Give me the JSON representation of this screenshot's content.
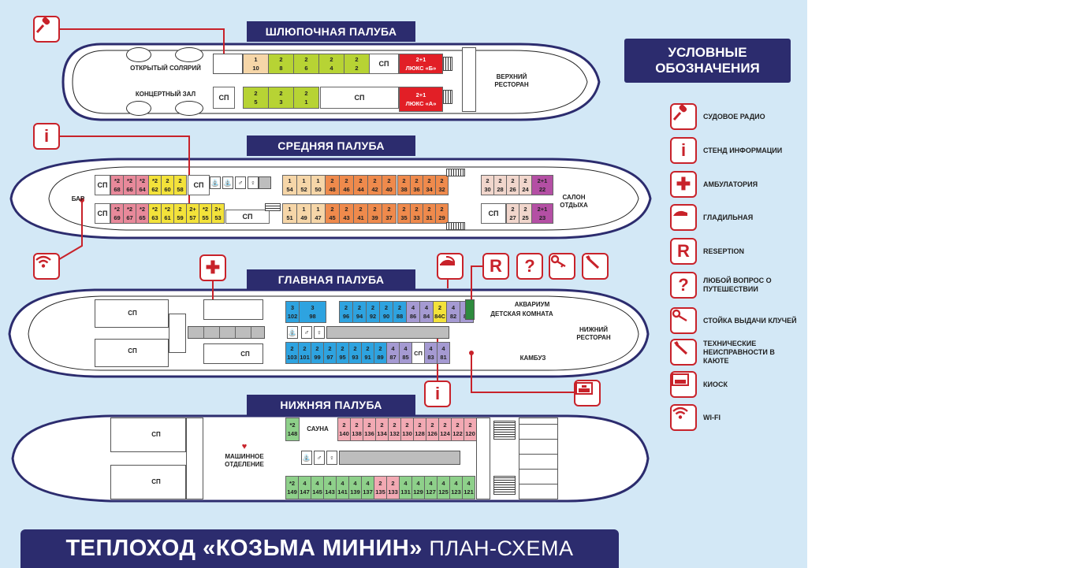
{
  "colors": {
    "navy": "#2c2c6e",
    "red": "#e21f26",
    "bg": "#d3e8f6"
  },
  "legend": {
    "title_line1": "УСЛОВНЫЕ",
    "title_line2": "ОБОЗНАЧЕНИЯ",
    "items": [
      {
        "icon": "microphone-icon",
        "text": "СУДОВОЕ РАДИО"
      },
      {
        "icon": "info-icon",
        "text": "СТЕНД ИНФОРМАЦИИ"
      },
      {
        "icon": "red-cross-icon",
        "text": "АМБУЛАТОРИЯ"
      },
      {
        "icon": "iron-icon",
        "text": "ГЛАДИЛЬНАЯ"
      },
      {
        "icon": "r-letter-icon",
        "text": "RESEPTION"
      },
      {
        "icon": "question-icon",
        "text": "ЛЮБОЙ ВОПРОС О ПУТЕШЕСТВИИ"
      },
      {
        "icon": "key-icon",
        "text": "СТОЙКА ВЫДАЧИ КЛУЧЕЙ"
      },
      {
        "icon": "wrench-icon",
        "text": "ТЕХНИЧЕСКИЕ НЕИСПРАВНОСТИ В КАЮТЕ"
      },
      {
        "icon": "kiosk-icon",
        "text": "КИОСК"
      },
      {
        "icon": "wifi-icon",
        "text": "WI-FI"
      }
    ]
  },
  "banner": {
    "bold": "ТЕПЛОХОД «КОЗЬМА МИНИН»",
    "rest": "ПЛАН-СХЕМА"
  },
  "decks": {
    "boat": {
      "title": "ШЛЮПОЧНАЯ ПАЛУБА",
      "solarium": "ОТКРЫТЫЙ СОЛЯРИЙ",
      "concert": "КОНЦЕРТНЫЙ ЗАЛ",
      "restaurant": "ВЕРХНИЙ РЕСТОРАН",
      "sp": "СП",
      "top_cabins": [
        {
          "cap": "1",
          "num": "10"
        },
        {
          "cap": "2",
          "num": "8"
        },
        {
          "cap": "2",
          "num": "6"
        },
        {
          "cap": "2",
          "num": "4"
        },
        {
          "cap": "2",
          "num": "2"
        }
      ],
      "bottom_cabins": [
        {
          "cap": "2",
          "num": "5"
        },
        {
          "cap": "2",
          "num": "3"
        },
        {
          "cap": "2",
          "num": "1"
        }
      ],
      "lux_b": {
        "cap": "2+1",
        "name": "ЛЮКС «Б»"
      },
      "lux_a": {
        "cap": "2+1",
        "name": "ЛЮКС «А»"
      }
    },
    "middle": {
      "title": "СРЕДНЯЯ ПАЛУБА",
      "bar": "БАР",
      "salon": "САЛОН ОТДЫХА",
      "sp": "СП",
      "top_left": [
        {
          "cap": "*2",
          "num": "68"
        },
        {
          "cap": "*2",
          "num": "66"
        },
        {
          "cap": "*2",
          "num": "64"
        },
        {
          "cap": "*2",
          "num": "62"
        },
        {
          "cap": "2",
          "num": "60"
        },
        {
          "cap": "2",
          "num": "58"
        }
      ],
      "bottom_left": [
        {
          "cap": "*2",
          "num": "69"
        },
        {
          "cap": "*2",
          "num": "67"
        },
        {
          "cap": "*2",
          "num": "65"
        },
        {
          "cap": "*2",
          "num": "63"
        },
        {
          "cap": "*2",
          "num": "61"
        },
        {
          "cap": "2",
          "num": "59"
        },
        {
          "cap": "2+",
          "num": "57"
        },
        {
          "cap": "*2",
          "num": "55"
        },
        {
          "cap": "2+",
          "num": "53"
        }
      ],
      "top_center": [
        {
          "cap": "1",
          "num": "54"
        },
        {
          "cap": "1",
          "num": "52"
        },
        {
          "cap": "1",
          "num": "50"
        },
        {
          "cap": "2",
          "num": "48"
        },
        {
          "cap": "2",
          "num": "46"
        },
        {
          "cap": "2",
          "num": "44"
        },
        {
          "cap": "2",
          "num": "42"
        },
        {
          "cap": "2",
          "num": "40"
        }
      ],
      "bottom_center": [
        {
          "cap": "1",
          "num": "51"
        },
        {
          "cap": "1",
          "num": "49"
        },
        {
          "cap": "1",
          "num": "47"
        },
        {
          "cap": "2",
          "num": "45"
        },
        {
          "cap": "2",
          "num": "43"
        },
        {
          "cap": "2",
          "num": "41"
        },
        {
          "cap": "2",
          "num": "39"
        },
        {
          "cap": "2",
          "num": "37"
        }
      ],
      "top_right": [
        {
          "cap": "2",
          "num": "38"
        },
        {
          "cap": "2",
          "num": "36"
        },
        {
          "cap": "2",
          "num": "34"
        },
        {
          "cap": "2",
          "num": "32"
        }
      ],
      "bottom_right": [
        {
          "cap": "2",
          "num": "35"
        },
        {
          "cap": "2",
          "num": "33"
        },
        {
          "cap": "2",
          "num": "31"
        },
        {
          "cap": "2",
          "num": "29"
        }
      ],
      "top_far": [
        {
          "cap": "2",
          "num": "30"
        },
        {
          "cap": "2",
          "num": "28"
        },
        {
          "cap": "2",
          "num": "26"
        },
        {
          "cap": "2",
          "num": "24"
        },
        {
          "cap": "2+1",
          "num": "22"
        }
      ],
      "bottom_far": [
        {
          "cap": "2",
          "num": "27"
        },
        {
          "cap": "2",
          "num": "25"
        },
        {
          "cap": "2+1",
          "num": "23"
        }
      ]
    },
    "main": {
      "title": "ГЛАВНАЯ ПАЛУБА",
      "sp": "СП",
      "aquarium": "АКВАРИУМ",
      "kids": "ДЕТСКАЯ КОМНАТА",
      "restaurant": "НИЖНИЙ РЕСТОРАН",
      "galley": "КАМБУЗ",
      "top_cabins": [
        {
          "cap": "3",
          "num": "102"
        },
        {
          "cap": "3",
          "num": "98"
        },
        {
          "cap": "2",
          "num": "96"
        },
        {
          "cap": "2",
          "num": "94"
        },
        {
          "cap": "2",
          "num": "92"
        },
        {
          "cap": "2",
          "num": "90"
        },
        {
          "cap": "2",
          "num": "88"
        },
        {
          "cap": "4",
          "num": "86"
        },
        {
          "cap": "4",
          "num": "84"
        },
        {
          "cap": "2",
          "num": "84С"
        },
        {
          "cap": "4",
          "num": "82"
        },
        {
          "cap": "4",
          "num": "80"
        }
      ],
      "bottom_cabins": [
        {
          "cap": "2",
          "num": "103"
        },
        {
          "cap": "2",
          "num": "101"
        },
        {
          "cap": "2",
          "num": "99"
        },
        {
          "cap": "2",
          "num": "97"
        },
        {
          "cap": "2",
          "num": "95"
        },
        {
          "cap": "2",
          "num": "93"
        },
        {
          "cap": "2",
          "num": "91"
        },
        {
          "cap": "2",
          "num": "89"
        },
        {
          "cap": "4",
          "num": "87"
        },
        {
          "cap": "4",
          "num": "85"
        },
        {
          "cap": "СП",
          "num": ""
        },
        {
          "cap": "4",
          "num": "83"
        },
        {
          "cap": "4",
          "num": "81"
        }
      ]
    },
    "lower": {
      "title": "НИЖНЯЯ ПАЛУБА",
      "sp": "СП",
      "engine": "МАШИННОЕ ОТДЕЛЕНИЕ",
      "sauna": "САУНА",
      "top_cabins": [
        {
          "cap": "*2",
          "num": "148"
        },
        {
          "cap": "2",
          "num": "140"
        },
        {
          "cap": "2",
          "num": "138"
        },
        {
          "cap": "2",
          "num": "136"
        },
        {
          "cap": "2",
          "num": "134"
        },
        {
          "cap": "2",
          "num": "132"
        },
        {
          "cap": "2",
          "num": "130"
        },
        {
          "cap": "2",
          "num": "128"
        },
        {
          "cap": "2",
          "num": "126"
        },
        {
          "cap": "2",
          "num": "124"
        },
        {
          "cap": "2",
          "num": "122"
        },
        {
          "cap": "2",
          "num": "120"
        }
      ],
      "bottom_cabins": [
        {
          "cap": "*2",
          "num": "149"
        },
        {
          "cap": "4",
          "num": "147"
        },
        {
          "cap": "4",
          "num": "145"
        },
        {
          "cap": "4",
          "num": "143"
        },
        {
          "cap": "4",
          "num": "141"
        },
        {
          "cap": "4",
          "num": "139"
        },
        {
          "cap": "4",
          "num": "137"
        },
        {
          "cap": "2",
          "num": "135"
        },
        {
          "cap": "2",
          "num": "133"
        },
        {
          "cap": "4",
          "num": "131"
        },
        {
          "cap": "4",
          "num": "129"
        },
        {
          "cap": "4",
          "num": "127"
        },
        {
          "cap": "4",
          "num": "125"
        },
        {
          "cap": "4",
          "num": "123"
        },
        {
          "cap": "4",
          "num": "121"
        }
      ]
    }
  }
}
